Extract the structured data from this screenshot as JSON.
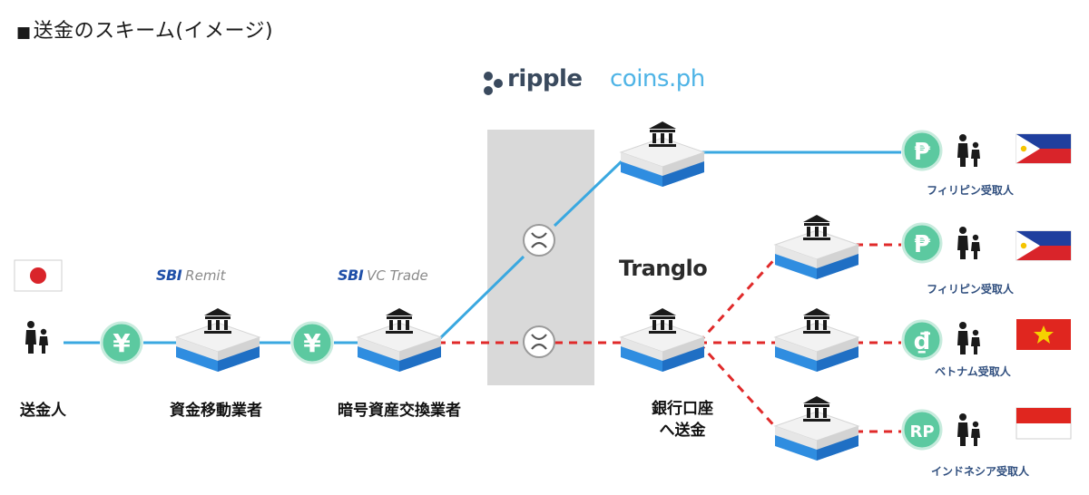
{
  "title": "送金のスキーム(イメージ)",
  "brands": {
    "sbi_remit": {
      "mark": "SBI",
      "sub": "Remit"
    },
    "sbi_vc": {
      "mark": "SBI",
      "sub": "VC Trade"
    },
    "ripple": "ripple",
    "coins": "coins.ph",
    "tranglo": "Tranglo"
  },
  "labels": {
    "sender": "送金人",
    "remit_operator": "資金移動業者",
    "crypto_exchange": "暗号資産交換業者",
    "bank_transfer_line1": "銀行口座",
    "bank_transfer_line2": "へ送金"
  },
  "recipients": {
    "ph1": "フィリピン受取人",
    "ph2": "フィリピン受取人",
    "vn": "ベトナム受取人",
    "id": "インドネシア受取人"
  },
  "currency": {
    "yen": "¥",
    "peso": "₱",
    "dong": "₫",
    "rupiah": "RP"
  },
  "colors": {
    "blue_line": "#3aa8e0",
    "red_dash": "#e02a2a",
    "currency_fill": "#5cc9a0",
    "node_blue": "#2f8de0",
    "gray_band": "#d9d9d9"
  }
}
